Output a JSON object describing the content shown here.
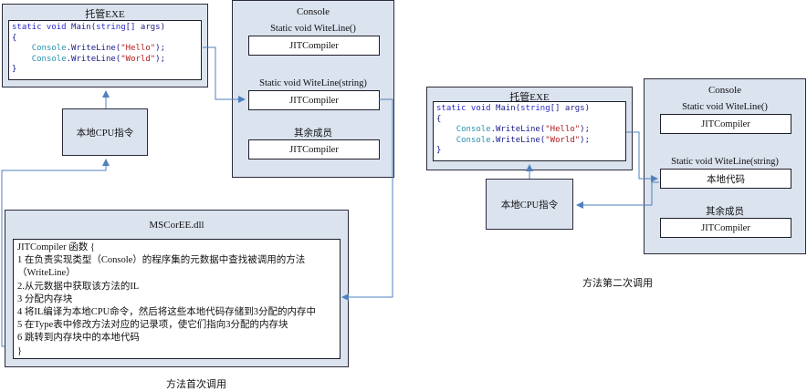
{
  "figure1": {
    "managed_title": "托管EXE",
    "code_line1_kw": "static void",
    "code_line1_name": " Main(",
    "code_line1_type": "string",
    "code_line1_rest": "[] args)",
    "brace_open": "{",
    "brace_close": "}",
    "console_cls": "Console",
    "writeline": ".WriteLine(",
    "str_hello": "\"Hello\"",
    "str_world": "\"World\"",
    "call_end": ");",
    "cpu_label": "本地CPU指令",
    "console_title": "Console",
    "method1_label": "Static void WiteLine()",
    "method1_box": "JITCompiler",
    "method2_label": "Static void WiteLine(string)",
    "method2_box": "JITCompiler",
    "others_label": "其余成员",
    "others_box": "JITCompiler",
    "mscoree_title": "MSCorEE.dll",
    "jit_lines": [
      "JITCompiler 函数 {",
      " 1 在负责实现类型（Console）的程序集的元数据中查找被调用的方法",
      "（WriteLine）",
      " 2.从元数据中获取该方法的IL",
      " 3 分配内存块",
      " 4 将IL编译为本地CPU命令，然后将这些本地代码存储到3分配的内存中",
      " 5 在Type表中修改方法对应的记录项，使它们指向3分配的内存块",
      " 6 跳转到内存块中的本地代码",
      "}"
    ],
    "caption": "方法首次调用"
  },
  "figure2": {
    "managed_title": "托管EXE",
    "cpu_label": "本地CPU指令",
    "console_title": "Console",
    "method1_label": "Static void WiteLine()",
    "method1_box": "JITCompiler",
    "method2_label": "Static void WiteLine(string)",
    "method2_box": "本地代码",
    "others_label": "其余成员",
    "others_box": "JITCompiler",
    "caption": "方法第二次调用"
  },
  "colors": {
    "panel": "#dbe3ef",
    "arrow": "#4f81bd",
    "code_blue": "#1a1a8c",
    "code_string": "#b31b1b",
    "code_class": "#2b91af"
  }
}
